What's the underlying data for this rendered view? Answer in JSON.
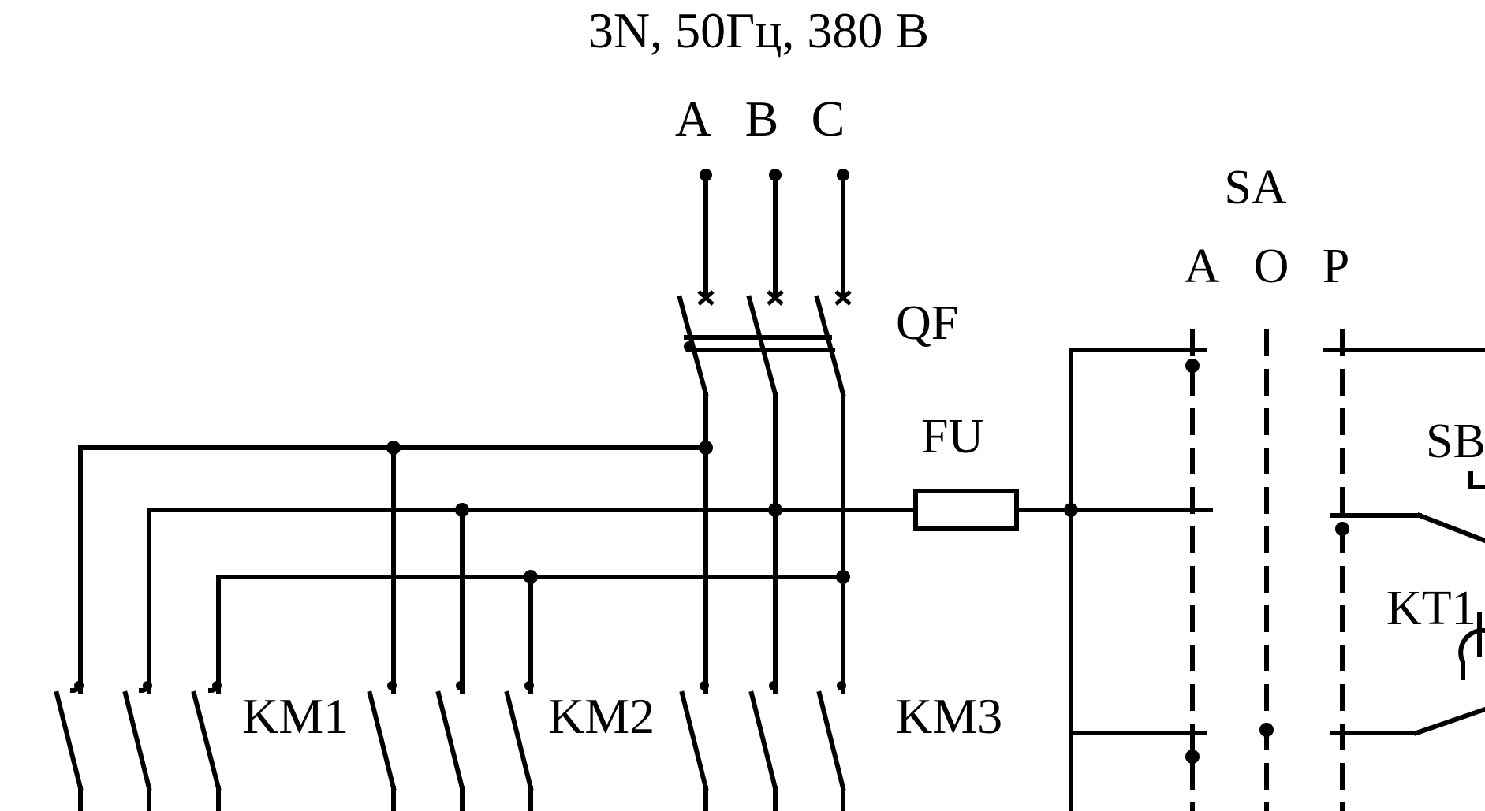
{
  "supply": "3N, 50Гц, 380 В",
  "phases": [
    "A",
    "B",
    "C"
  ],
  "labels": {
    "breaker": "QF",
    "fuse": "FU",
    "selector": "SA",
    "contactor1": "KM1",
    "contactor2": "KM2",
    "contactor3": "KM3",
    "button": "SB",
    "timer": "KT1"
  },
  "selector_positions": [
    "A",
    "O",
    "P"
  ]
}
